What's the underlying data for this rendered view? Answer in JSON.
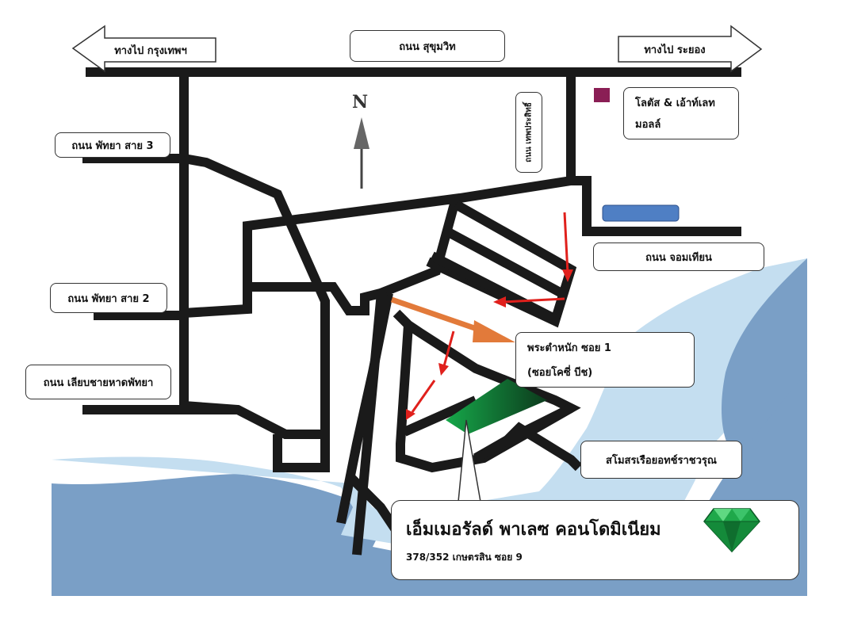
{
  "labels": {
    "to_bangkok": "ทางไป กรุงเทพฯ",
    "sukhumvit": "ถนน สุขุมวิท",
    "to_rayong": "ทางไป ระยอง",
    "lotus": "โลตัส & เอ้าท์เลท",
    "lotus_line2": "มอลล์",
    "thepprasit": "ถนน เทพประสิทธิ์",
    "pattaya3": "ถนน พัทยา สาย 3",
    "pattaya2": "ถนน พัทยา สาย 2",
    "beach_road": "ถนน เลียบชายหาดพัทยา",
    "jomtien": "ถนน จอมเทียน",
    "phratamnak": "พระตำหนัก ซอย 1",
    "cosy_beach": "(ซอยโคซี่ บีช)",
    "yacht_club": "สโมสรเรือยอทช์ราชวรุณ",
    "north": "N"
  },
  "callout": {
    "title": "เอ็มเมอรัลด์ พาเลซ คอนโดมิเนียม",
    "address": "378/352 เกษตรสิน ซอย 9"
  },
  "colors": {
    "sea_dark": "#7a9fc6",
    "sea_light": "#c4def0",
    "road": "#1a1a1a",
    "arrow_red": "#e0201c",
    "arrow_orange": "#e27a3a",
    "building_green": "#1f8a3c",
    "lotus_marker": "#8a1e55",
    "blue_marker": "#4f7fc4"
  },
  "icons": [
    "diamond-icon",
    "north-arrow-icon"
  ]
}
